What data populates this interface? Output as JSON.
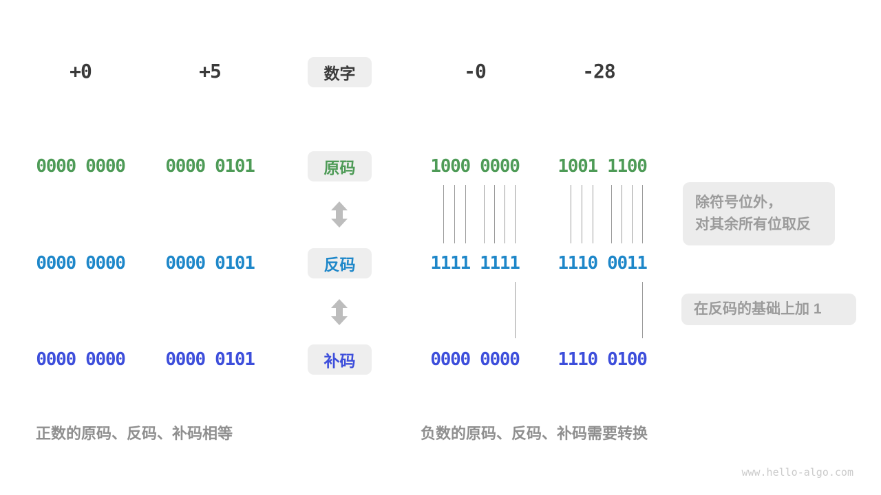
{
  "header": {
    "numbers": [
      "+0",
      "+5",
      "-0",
      "-28"
    ],
    "label": "数字"
  },
  "rows": {
    "sign_magnitude": {
      "label": "原码",
      "values": [
        "0000 0000",
        "0000 0101",
        "1000 0000",
        "1001 1100"
      ]
    },
    "ones_complement": {
      "label": "反码",
      "values": [
        "0000 0000",
        "0000 0101",
        "1111 1111",
        "1110 0011"
      ]
    },
    "twos_complement": {
      "label": "补码",
      "values": [
        "0000 0000",
        "0000 0101",
        "0000 0000",
        "1110 0100"
      ]
    }
  },
  "annotations": {
    "invert_note_line1": "除符号位外，",
    "invert_note_line2": "对其余所有位取反",
    "add_one_note": "在反码的基础上加 1"
  },
  "captions": {
    "positive": "正数的原码、反码、补码相等",
    "negative": "负数的原码、反码、补码需要转换"
  },
  "footer": {
    "watermark": "www.hello-algo.com"
  },
  "colors": {
    "sign_magnitude_green": "#4e9b57",
    "ones_complement_blue": "#1e87c9",
    "twos_complement_indigo": "#3d4edb",
    "box_gray": "#ececec",
    "note_text_gray": "#9b9b9b",
    "arrow_gray": "#bdbdbd"
  }
}
